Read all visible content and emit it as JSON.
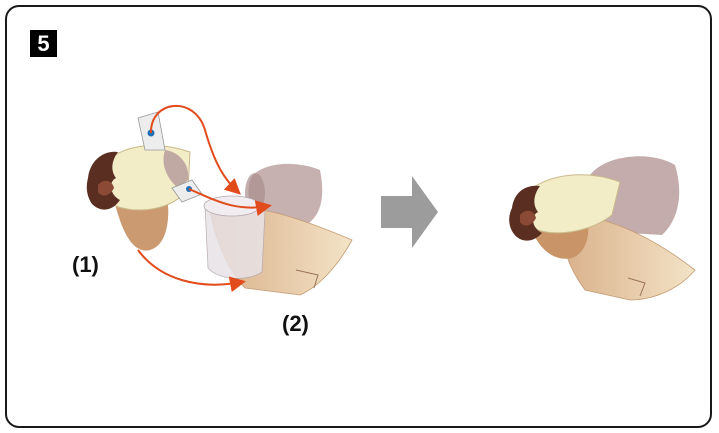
{
  "step": {
    "number": "5"
  },
  "labels": {
    "part1": "(1)",
    "part2": "(2)"
  },
  "colors": {
    "arrow_red": "#e24b1c",
    "arrow_gray": "#9c9c9c",
    "cream": "#f2ecc7",
    "tan": "#c9966b",
    "chocolate": "#5a2f22",
    "mauve": "#b89e9c",
    "pin_blue": "#1f6fb6"
  }
}
